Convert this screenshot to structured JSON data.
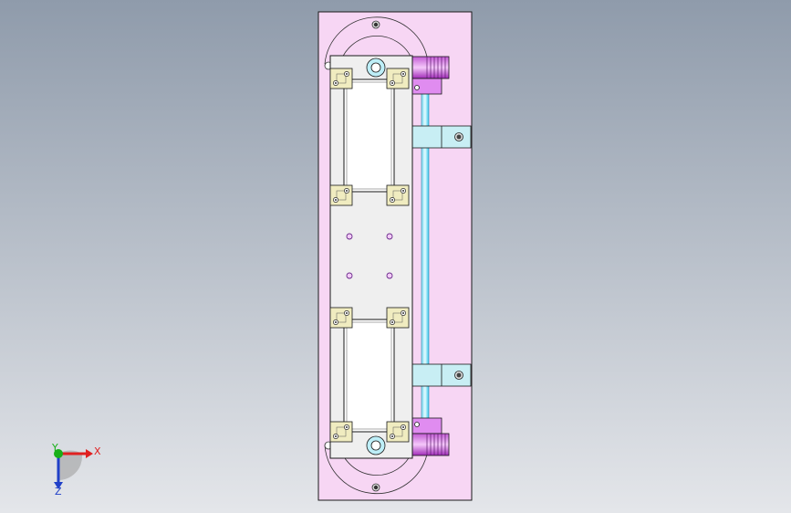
{
  "viewport": {
    "background_top": "#8f9bab",
    "background_bottom": "#e4e6ea"
  },
  "colors": {
    "base_plate": "#f7d6f4",
    "outline": "#1a1a1a",
    "white_part": "#ffffff",
    "grey_part": "#ececec",
    "cyan": "#36c8ee",
    "cyan_light": "#bdeef7",
    "clamp_block": "#f0ecc0",
    "magenta": "#b030c8",
    "magenta_light": "#e08cf0",
    "hole": "#6a2a8a",
    "axis_x": "#e02020",
    "axis_y": "#18b018",
    "axis_z": "#2040c8"
  },
  "triad": {
    "x_label": "X",
    "y_label": "Y",
    "z_label": "Z"
  }
}
